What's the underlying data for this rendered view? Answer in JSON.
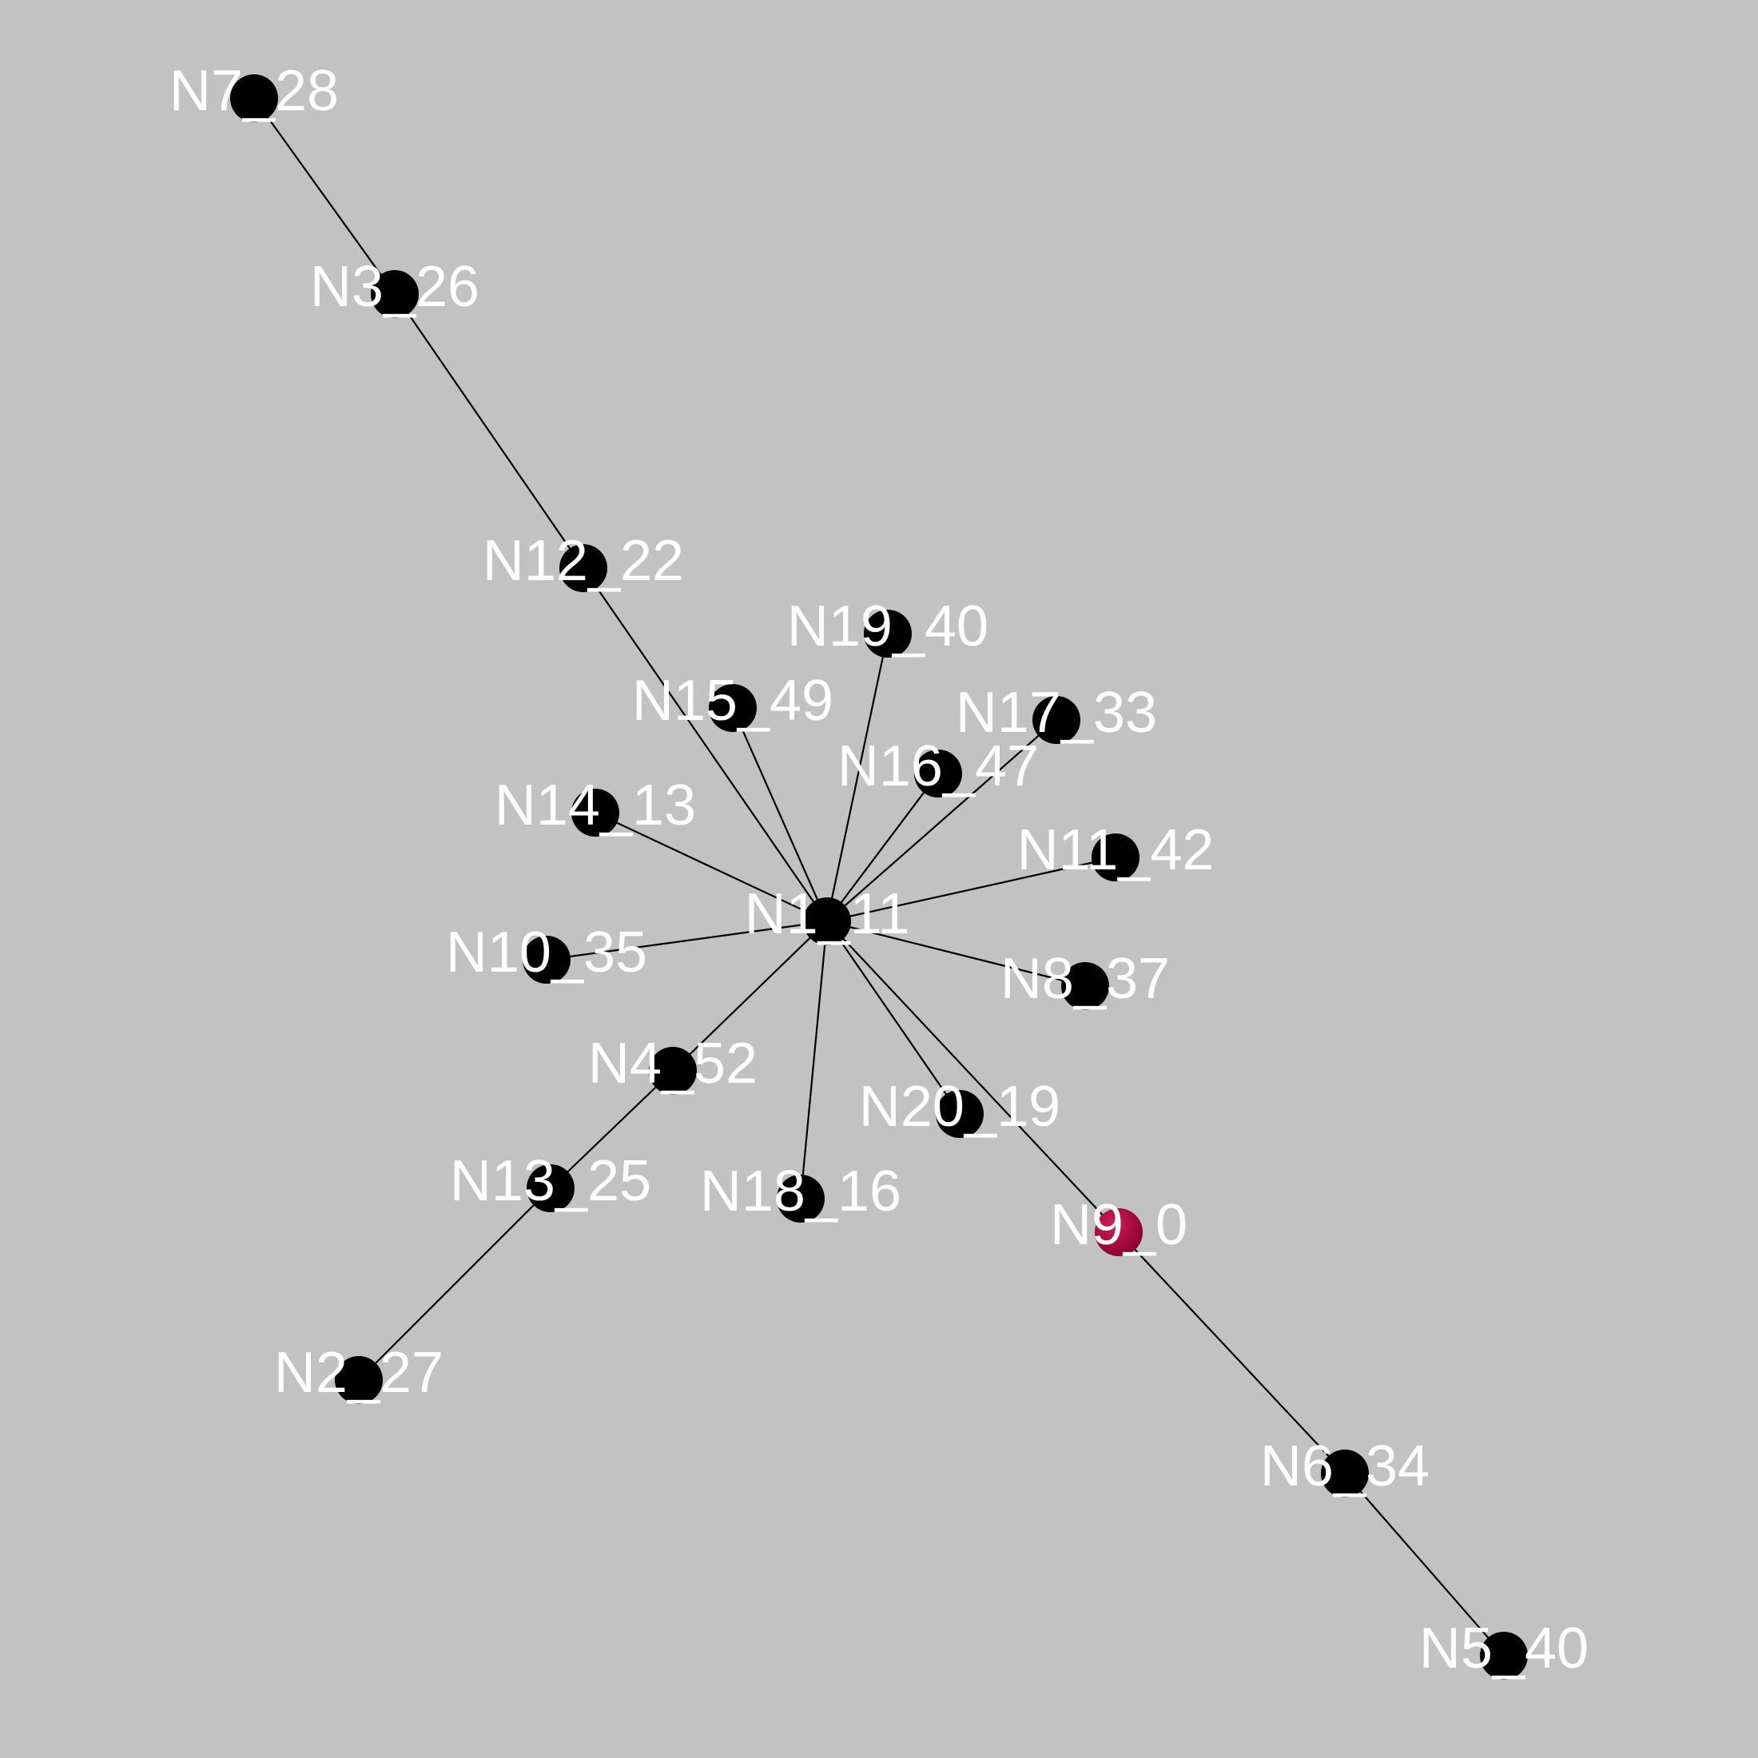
{
  "colors": {
    "background": "#c2c2c2",
    "edge": "#000000",
    "node": "#000000",
    "highlight_node": "#a8003a",
    "highlight_edge": "#3a0a14",
    "label": "#ffffff"
  },
  "graph": {
    "nodes": [
      {
        "id": "N1",
        "label": "N1_11"
      },
      {
        "id": "N2",
        "label": "N2_27"
      },
      {
        "id": "N3",
        "label": "N3_26"
      },
      {
        "id": "N4",
        "label": "N4_52"
      },
      {
        "id": "N5",
        "label": "N5_40"
      },
      {
        "id": "N6",
        "label": "N6_34"
      },
      {
        "id": "N7",
        "label": "N7_28"
      },
      {
        "id": "N8",
        "label": "N8_37"
      },
      {
        "id": "N9",
        "label": "N9_0",
        "highlight": true
      },
      {
        "id": "N10",
        "label": "N10_35"
      },
      {
        "id": "N11",
        "label": "N11_42"
      },
      {
        "id": "N12",
        "label": "N12_22"
      },
      {
        "id": "N13",
        "label": "N13_25"
      },
      {
        "id": "N14",
        "label": "N14_13"
      },
      {
        "id": "N15",
        "label": "N15_49"
      },
      {
        "id": "N16",
        "label": "N16_47"
      },
      {
        "id": "N17",
        "label": "N17_33"
      },
      {
        "id": "N18",
        "label": "N18_16"
      },
      {
        "id": "N19",
        "label": "N19_40"
      },
      {
        "id": "N20",
        "label": "N20_19"
      }
    ],
    "edges": [
      {
        "from": "N7",
        "to": "N3"
      },
      {
        "from": "N3",
        "to": "N12"
      },
      {
        "from": "N12",
        "to": "N1"
      },
      {
        "from": "N15",
        "to": "N1"
      },
      {
        "from": "N19",
        "to": "N1"
      },
      {
        "from": "N17",
        "to": "N1"
      },
      {
        "from": "N16",
        "to": "N1"
      },
      {
        "from": "N14",
        "to": "N1"
      },
      {
        "from": "N11",
        "to": "N1"
      },
      {
        "from": "N10",
        "to": "N1"
      },
      {
        "from": "N8",
        "to": "N1"
      },
      {
        "from": "N4",
        "to": "N1"
      },
      {
        "from": "N20",
        "to": "N1"
      },
      {
        "from": "N18",
        "to": "N1"
      },
      {
        "from": "N1",
        "to": "N9",
        "highlight": true
      },
      {
        "from": "N9",
        "to": "N6"
      },
      {
        "from": "N6",
        "to": "N5"
      },
      {
        "from": "N4",
        "to": "N13"
      },
      {
        "from": "N13",
        "to": "N2"
      }
    ]
  }
}
